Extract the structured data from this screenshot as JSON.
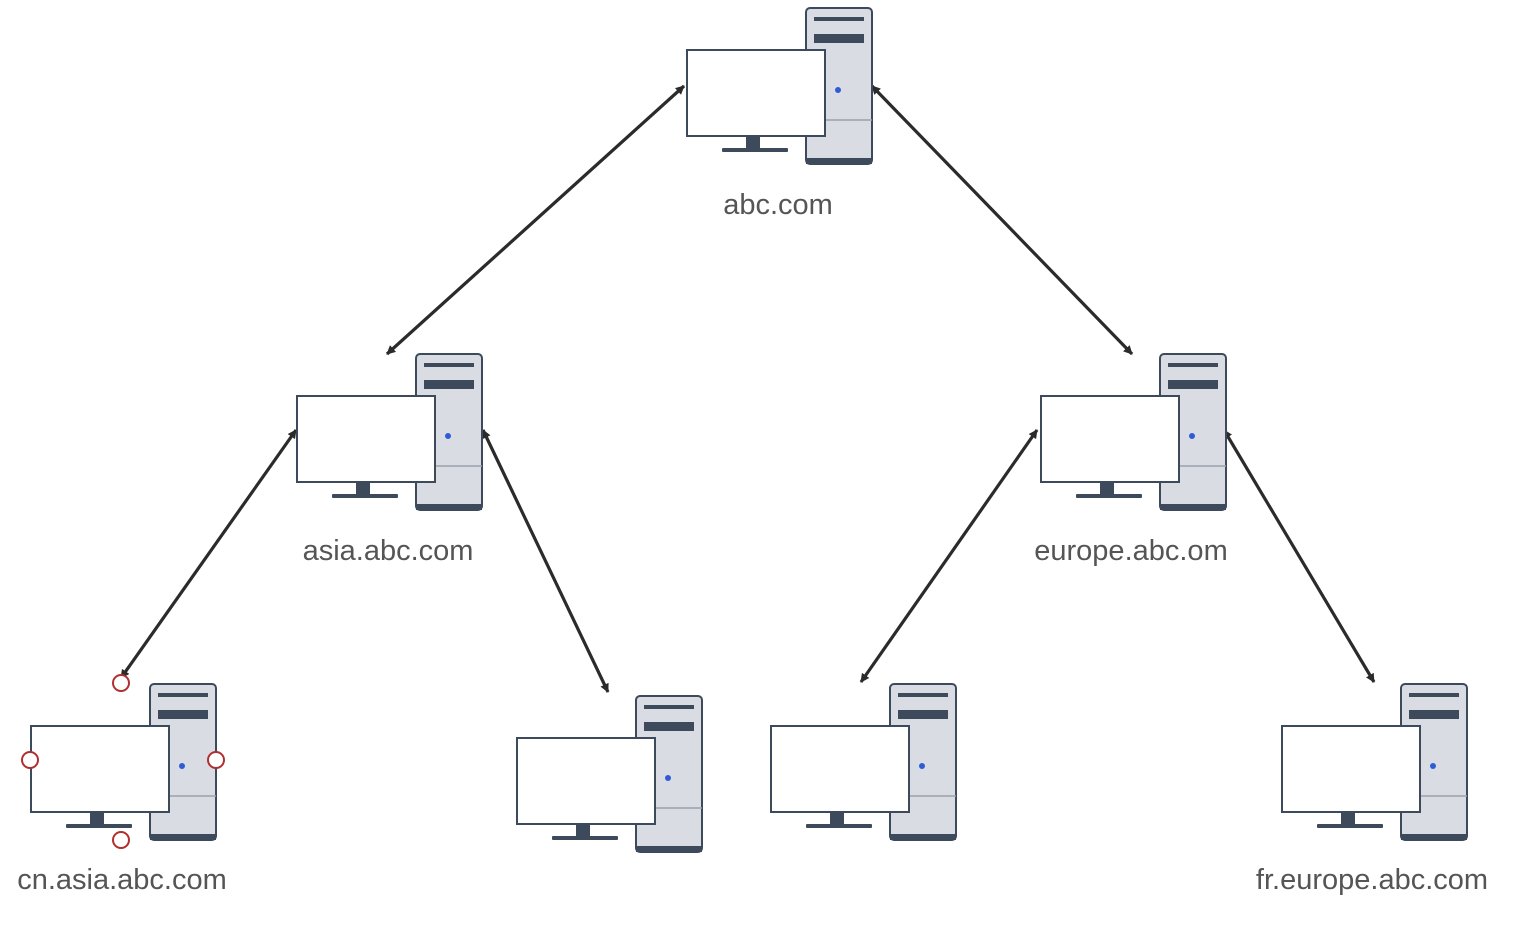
{
  "diagram": {
    "type": "network-tree",
    "colors": {
      "background": "#ffffff",
      "edge": "#2b2b2b",
      "monitor_frame": "#3d4a5c",
      "monitor_screen": "#ffffff",
      "tower_body": "#d9dde3",
      "tower_stripe": "#3d4a5c",
      "power_dot": "#2f5bd6",
      "selection_handle": "#b03030",
      "label": "#555555"
    },
    "nodes": [
      {
        "id": "root",
        "label": "abc.com",
        "icon": "computer-icon"
      },
      {
        "id": "asia",
        "label": "asia.abc.com",
        "icon": "computer-icon"
      },
      {
        "id": "europe",
        "label": "europe.abc.om",
        "icon": "computer-icon"
      },
      {
        "id": "cn",
        "label": "cn.asia.abc.com",
        "icon": "computer-icon",
        "selected": true
      },
      {
        "id": "asia2",
        "label": "",
        "icon": "computer-icon"
      },
      {
        "id": "europe2",
        "label": "",
        "icon": "computer-icon"
      },
      {
        "id": "fr",
        "label": "fr.europe.abc.com",
        "icon": "computer-icon"
      }
    ],
    "edges": [
      {
        "from": "root",
        "to": "asia",
        "arrows": "both"
      },
      {
        "from": "root",
        "to": "europe",
        "arrows": "both"
      },
      {
        "from": "asia",
        "to": "cn",
        "arrows": "both"
      },
      {
        "from": "asia",
        "to": "asia2",
        "arrows": "both"
      },
      {
        "from": "europe",
        "to": "europe2",
        "arrows": "both"
      },
      {
        "from": "europe",
        "to": "fr",
        "arrows": "both"
      }
    ]
  }
}
